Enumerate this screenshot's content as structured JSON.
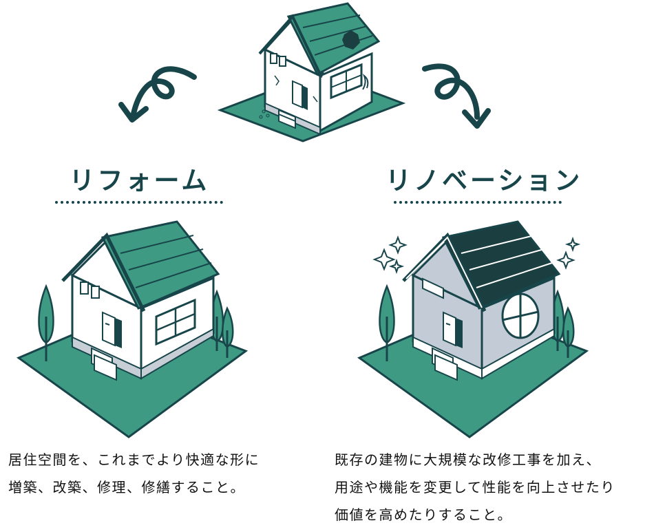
{
  "reform": {
    "heading": "リフォーム",
    "lines": [
      "居住空間を、これまでより快適な形に",
      "増築、改築、修理、修繕すること。"
    ]
  },
  "renovation": {
    "heading": "リノベーション",
    "lines": [
      "既存の建物に大規模な改修工事を加え、",
      "用途や機能を変更して性能を向上させたり",
      "価値を高めたりすること。"
    ]
  },
  "colors": {
    "green": "#3e9a83",
    "green_dark": "#2b7d69",
    "dark": "#17454a",
    "roof_dark": "#1b3f40",
    "grey_wall": "#c3ccd6",
    "white": "#ffffff"
  }
}
